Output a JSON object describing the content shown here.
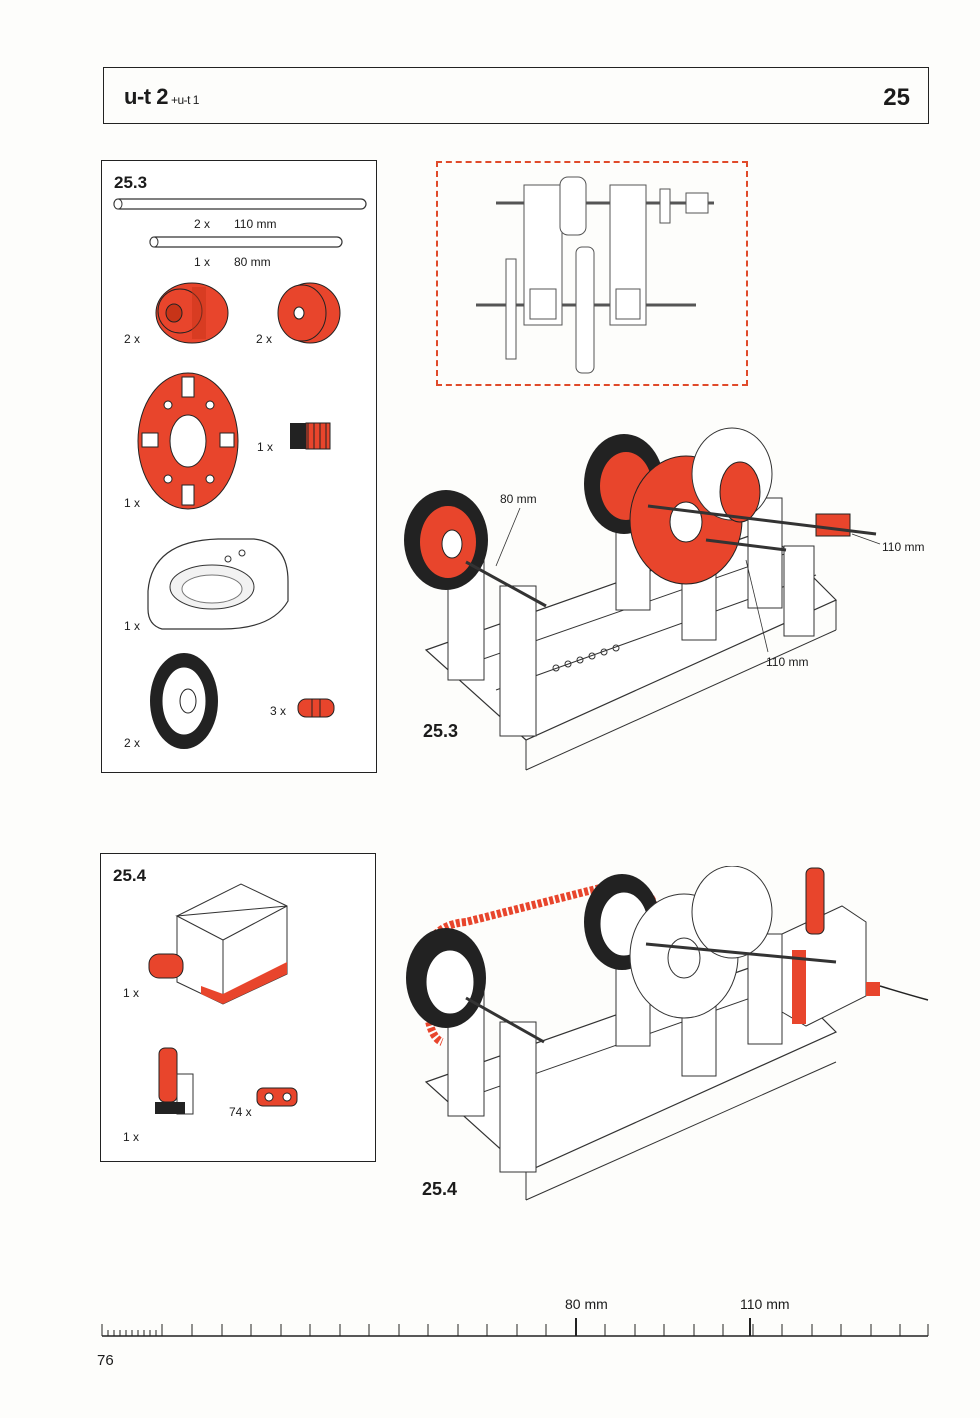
{
  "header": {
    "title": "u-t 2",
    "subtitle": "+u-t 1",
    "page_section": "25"
  },
  "panel_25_3": {
    "title": "25.3",
    "axle_long": {
      "qty": "2 x",
      "length": "110 mm"
    },
    "axle_short": {
      "qty": "1 x",
      "length": "80 mm"
    },
    "hub_left_qty": "2 x",
    "hub_right_qty": "2 x",
    "disc_qty": "1 x",
    "pinion_qty": "1 x",
    "bearing_qty": "1 x",
    "gear_qty": "2 x",
    "clip_qty": "3 x"
  },
  "panel_25_4": {
    "title": "25.4",
    "motor_qty": "1 x",
    "worm_qty": "1 x",
    "chain_qty": "74 x"
  },
  "figure_25_3": {
    "caption": "25.3",
    "label_80": "80 mm",
    "label_110_right": "110 mm",
    "label_110_bottom": "110 mm"
  },
  "figure_25_4": {
    "caption": "25.4"
  },
  "ruler": {
    "label_80": "80 mm",
    "label_110": "110 mm"
  },
  "page_number": "76",
  "colors": {
    "accent": "#e8452c",
    "frame": "#222222",
    "dashed": "#e04a2a"
  }
}
